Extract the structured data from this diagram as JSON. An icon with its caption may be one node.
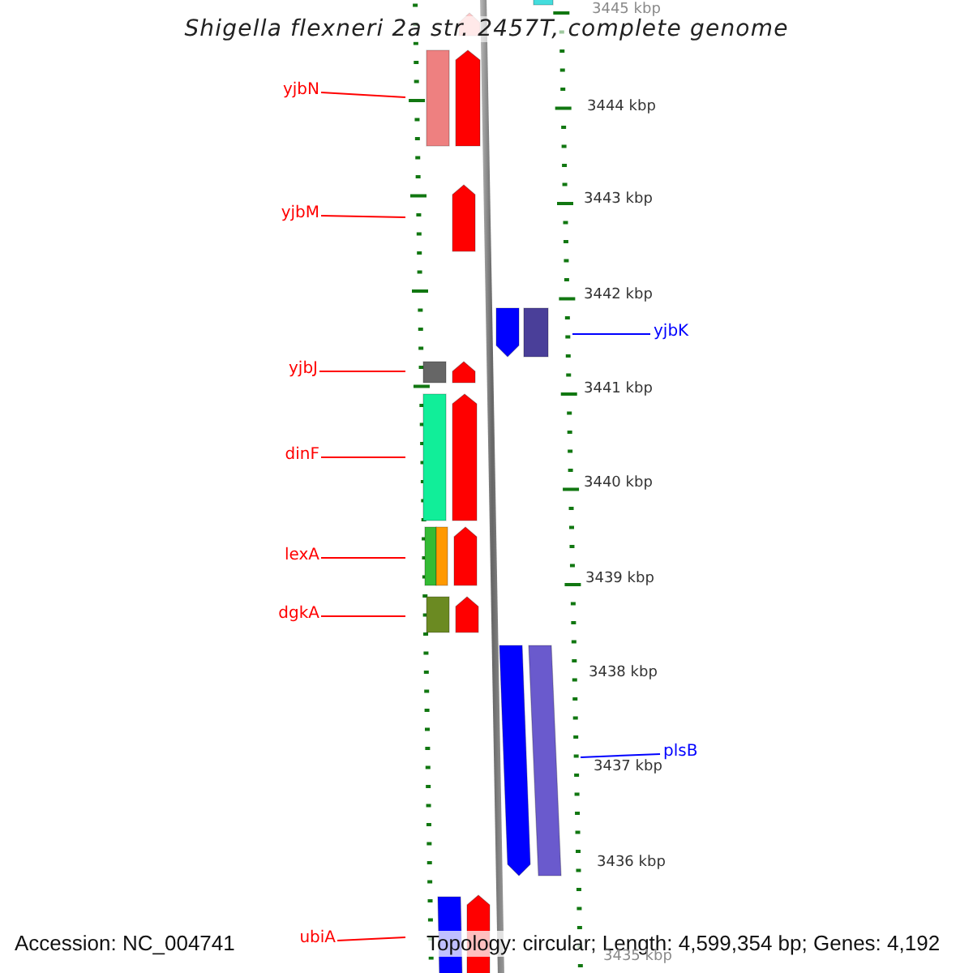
{
  "diagram": {
    "title": "Shigella flexneri 2a str. 2457T, complete genome",
    "nodes": [
      {
        "text": [
          "yjbN"
        ]
      },
      {
        "text": [
          "yjbM"
        ]
      },
      {
        "text": [
          "yjbK"
        ]
      },
      {
        "text": [
          "yjbJ"
        ]
      },
      {
        "text": [
          "dinF"
        ]
      },
      {
        "text": [
          "lexA"
        ]
      },
      {
        "text": [
          "dgkA"
        ]
      },
      {
        "text": [
          "plsB"
        ]
      },
      {
        "text": [
          "ubiA"
        ]
      },
      {
        "text": [],
        "shape": "picture"
      }
    ],
    "edges": [
      {
        "from": 0,
        "to": 9,
        "arrow": "none"
      },
      {
        "from": 1,
        "to": 9,
        "arrow": "none"
      },
      {
        "from": 2,
        "to": 9,
        "arrow": "none",
        "color": "#0000ff"
      },
      {
        "from": 3,
        "to": 9,
        "arrow": "none"
      },
      {
        "from": 4,
        "to": 9,
        "arrow": "none"
      },
      {
        "from": 5,
        "to": 9,
        "arrow": "none"
      },
      {
        "from": 6,
        "to": 9,
        "arrow": "none"
      },
      {
        "from": 7,
        "to": 9,
        "arrow": "none",
        "color": "#0000ff"
      },
      {
        "from": 8,
        "to": 9,
        "arrow": "none"
      }
    ],
    "labels": [
      "3445 kbp",
      "3444 kbp",
      "3443 kbp",
      "3442 kbp",
      "3441 kbp",
      "3440 kbp",
      "3439 kbp",
      "3438 kbp",
      "3437 kbp",
      "3436 kbp",
      "Accession: NC_004741",
      "Topology: circular; Length: 4,599,354 bp; Genes: 4,192",
      "3435 kbp"
    ]
  }
}
